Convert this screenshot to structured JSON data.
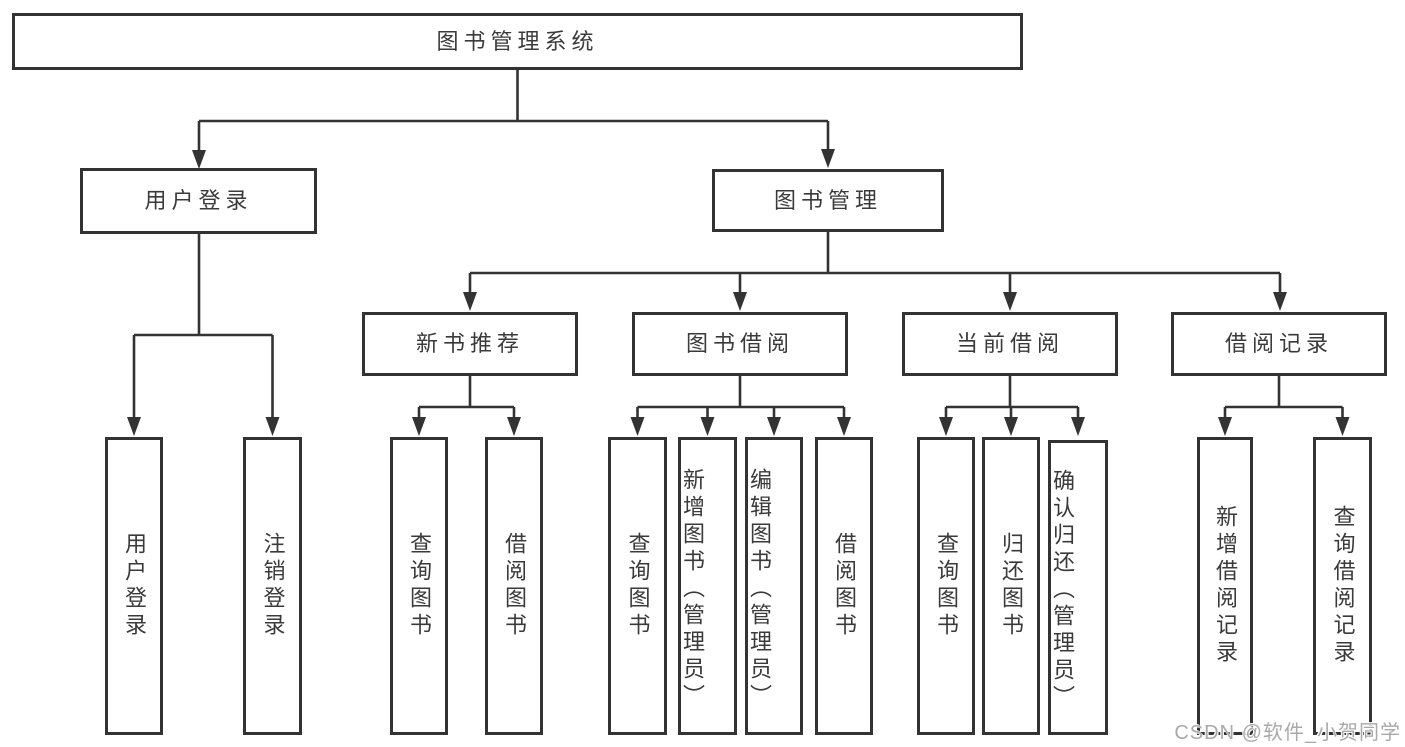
{
  "nodes": {
    "root": "图书管理系统",
    "user_login": "用户登录",
    "book_mgmt": "图书管理",
    "new_book_rec": "新书推荐",
    "book_borrow": "图书借阅",
    "current_borrow": "当前借阅",
    "borrow_records": "借阅记录",
    "leaf_user_login": "用户登录",
    "leaf_logout": "注销登录",
    "leaf_query_book_1": "查询图书",
    "leaf_borrow_book_1": "借阅图书",
    "leaf_query_book_2": "查询图书",
    "leaf_add_book_admin": "新增图书（管理员）",
    "leaf_edit_book_admin": "编辑图书（管理员）",
    "leaf_borrow_book_2": "借阅图书",
    "leaf_query_book_3": "查询图书",
    "leaf_return_book": "归还图书",
    "leaf_confirm_return_admin": "确认归还（管理员）",
    "leaf_add_record": "新增借阅记录",
    "leaf_query_record": "查询借阅记录"
  },
  "watermark": "CSDN @软件_小贺同学",
  "colors": {
    "line": "#333333",
    "text": "#3a3a3a",
    "box_background": "#ffffff",
    "watermark": "#a9a9a9"
  }
}
